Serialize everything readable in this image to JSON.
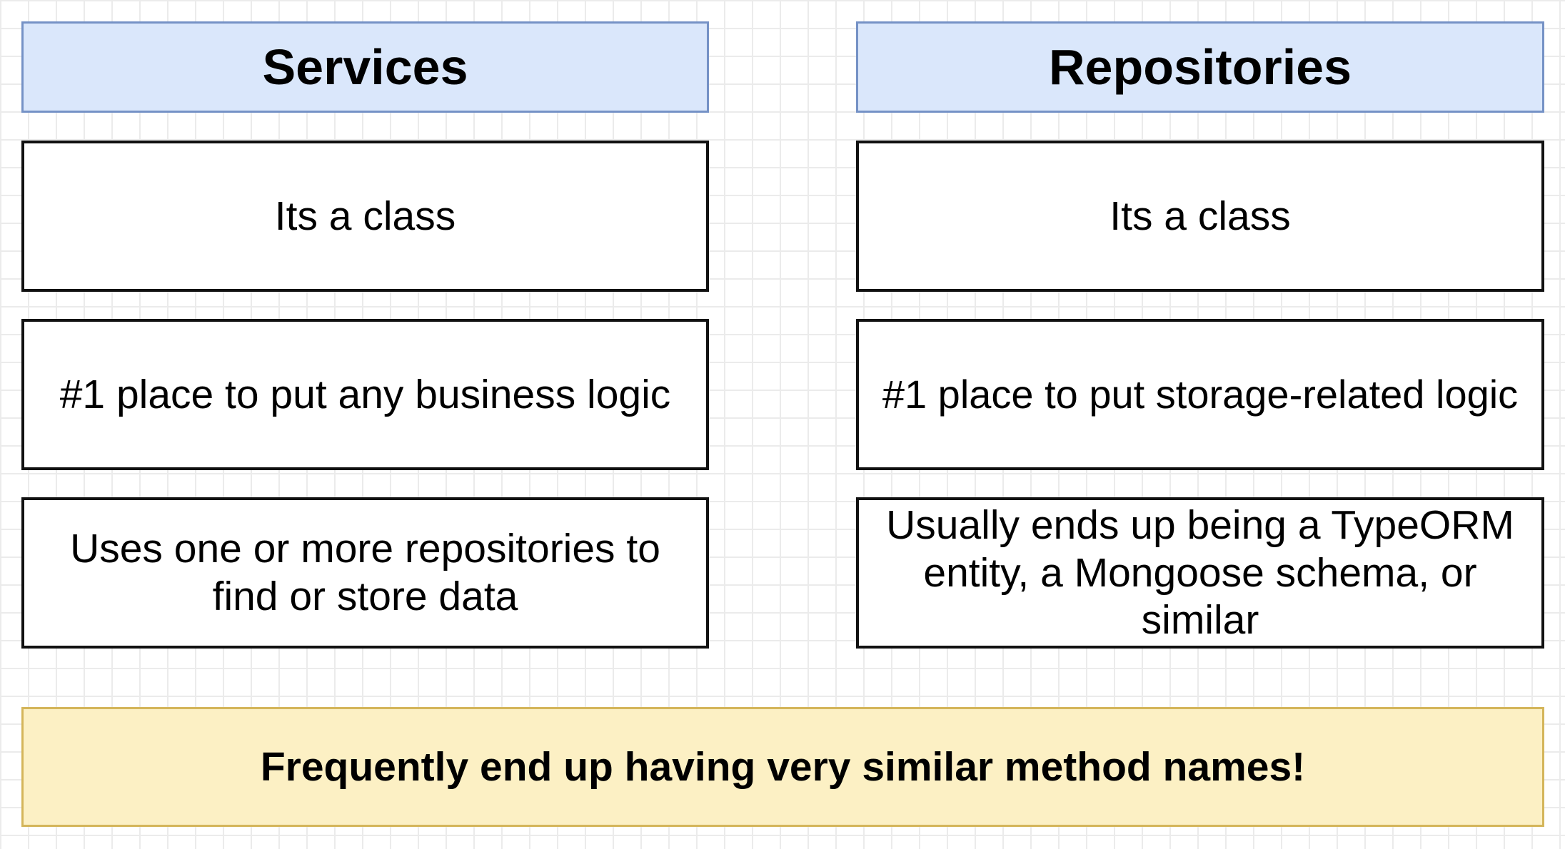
{
  "columns": {
    "services": {
      "title": "Services",
      "items": [
        "Its a class",
        "#1 place to put any business logic",
        "Uses one or more repositories to find or store data"
      ]
    },
    "repositories": {
      "title": "Repositories",
      "items": [
        "Its a class",
        "#1 place to put storage-related logic",
        "Usually ends up being a TypeORM entity, a Mongoose schema, or similar"
      ]
    }
  },
  "footer": {
    "text": "Frequently end up having very similar method names!"
  },
  "colors": {
    "header_fill": "#dae7fb",
    "header_border": "#7592c6",
    "banner_fill": "#fcf0c4",
    "banner_border": "#d4b55a"
  }
}
